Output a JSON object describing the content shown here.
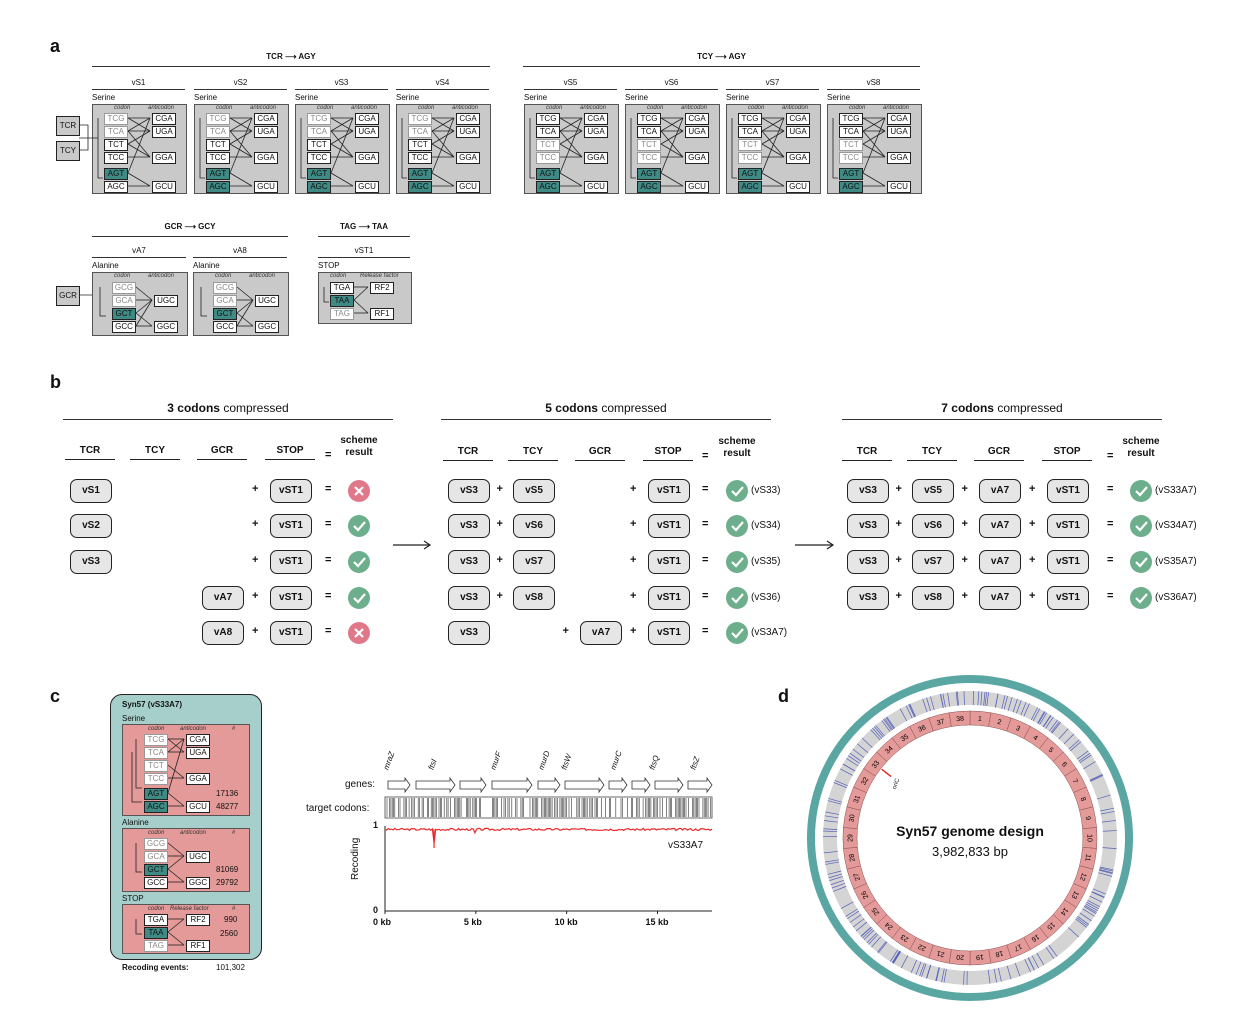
{
  "panel_a": {
    "label": "a",
    "groups": [
      {
        "header": "TCR ⟶ AGY",
        "variants": [
          "vS1",
          "vS2",
          "vS3",
          "vS4"
        ]
      },
      {
        "header": "TCY ⟶ AGY",
        "variants": [
          "vS5",
          "vS6",
          "vS7",
          "vS8"
        ]
      },
      {
        "header": "GCR ⟶ GCY",
        "variants": [
          "vA7",
          "vA8"
        ]
      },
      {
        "header": "TAG ⟶ TAA",
        "variants": [
          "vST1"
        ]
      }
    ],
    "amino_acids": {
      "serine": "Serine",
      "alanine": "Alanine",
      "stop": "STOP"
    },
    "col_codon": "codon",
    "col_anticodon": "anticodon",
    "col_release": "Release factor",
    "side_labels": [
      "TCR",
      "TCY",
      "GCR"
    ],
    "serine_codons": [
      "TCG",
      "TCA",
      "TCT",
      "TCC",
      "AGT",
      "AGC"
    ],
    "serine_anticodons": [
      "CGA",
      "UGA",
      "GGA",
      "GCU"
    ],
    "alanine_codons": [
      "GCG",
      "GCA",
      "GCT",
      "GCC"
    ],
    "alanine_anticodons": [
      "UGC",
      "GGC"
    ],
    "stop_codons": [
      "TGA",
      "TAA",
      "TAG"
    ],
    "release_factors": [
      "RF2",
      "RF1"
    ]
  },
  "panel_b": {
    "label": "b",
    "sections": [
      {
        "title_bold": "3 codons",
        "title_rest": " compressed"
      },
      {
        "title_bold": "5 codons",
        "title_rest": " compressed"
      },
      {
        "title_bold": "7 codons",
        "title_rest": " compressed"
      }
    ],
    "col_headers": [
      "TCR",
      "TCY",
      "GCR",
      "STOP"
    ],
    "equals": "=",
    "plus": "+",
    "result_header": "scheme result",
    "g1": [
      {
        "tcr": "vS1",
        "stop": "vST1",
        "ok": false
      },
      {
        "tcr": "vS2",
        "stop": "vST1",
        "ok": true
      },
      {
        "tcr": "vS3",
        "stop": "vST1",
        "ok": true
      },
      {
        "gcr": "vA7",
        "stop": "vST1",
        "ok": true
      },
      {
        "gcr": "vA8",
        "stop": "vST1",
        "ok": false
      }
    ],
    "g2": [
      {
        "tcr": "vS3",
        "tcy": "vS5",
        "stop": "vST1",
        "res": "(vS33)"
      },
      {
        "tcr": "vS3",
        "tcy": "vS6",
        "stop": "vST1",
        "res": "(vS34)"
      },
      {
        "tcr": "vS3",
        "tcy": "vS7",
        "stop": "vST1",
        "res": "(vS35)"
      },
      {
        "tcr": "vS3",
        "tcy": "vS8",
        "stop": "vST1",
        "res": "(vS36)"
      },
      {
        "tcr": "vS3",
        "gcr": "vA7",
        "stop": "vST1",
        "res": "(vS3A7)"
      }
    ],
    "g3": [
      {
        "tcr": "vS3",
        "tcy": "vS5",
        "gcr": "vA7",
        "stop": "vST1",
        "res": "(vS33A7)"
      },
      {
        "tcr": "vS3",
        "tcy": "vS6",
        "gcr": "vA7",
        "stop": "vST1",
        "res": "(vS34A7)"
      },
      {
        "tcr": "vS3",
        "tcy": "vS7",
        "gcr": "vA7",
        "stop": "vST1",
        "res": "(vS35A7)"
      },
      {
        "tcr": "vS3",
        "tcy": "vS8",
        "gcr": "vA7",
        "stop": "vST1",
        "res": "(vS36A7)"
      }
    ]
  },
  "panel_c": {
    "label": "c",
    "box_title": "Syn57 (vS33A7)",
    "serine": "Serine",
    "alanine": "Alanine",
    "stop": "STOP",
    "hash": "#",
    "serine_counts": [
      "17136",
      "48277"
    ],
    "alanine_counts": [
      "81069",
      "29792"
    ],
    "stop_counts": [
      "990",
      "2560"
    ],
    "recoding_label": "Recoding events:",
    "recoding_value": "101,302",
    "genes_label": "genes:",
    "target_label": "target codons:",
    "gene_names": [
      "mraZ",
      "ftsI",
      "murF",
      "murD",
      "ftsW",
      "murC",
      "ftsQ",
      "ftsZ"
    ],
    "y_label": "Recoding",
    "y_ticks": [
      "1",
      "0"
    ],
    "x_ticks": [
      "0 kb",
      "5 kb",
      "10 kb",
      "15 kb"
    ],
    "series_label": "vS33A7",
    "line_color": "#e8292b"
  },
  "panel_d": {
    "label": "d",
    "title": "Syn57 genome design",
    "size": "3,982,833 bp",
    "segments": [
      "1",
      "2",
      "3",
      "4",
      "5",
      "6",
      "7",
      "8",
      "9",
      "10",
      "11",
      "12",
      "13",
      "14",
      "15",
      "16",
      "17",
      "18",
      "19",
      "20",
      "21",
      "22",
      "23",
      "24",
      "25",
      "26",
      "27",
      "28",
      "29",
      "30",
      "31",
      "32",
      "33",
      "34",
      "35",
      "36",
      "37",
      "38"
    ],
    "oric": "oriC",
    "ring_color": "#5aa6a3",
    "segment_color": "#e59a9a"
  },
  "colors": {
    "teal": "#3f8a85",
    "ok": "#6daf8c",
    "bad": "#e0788a"
  }
}
